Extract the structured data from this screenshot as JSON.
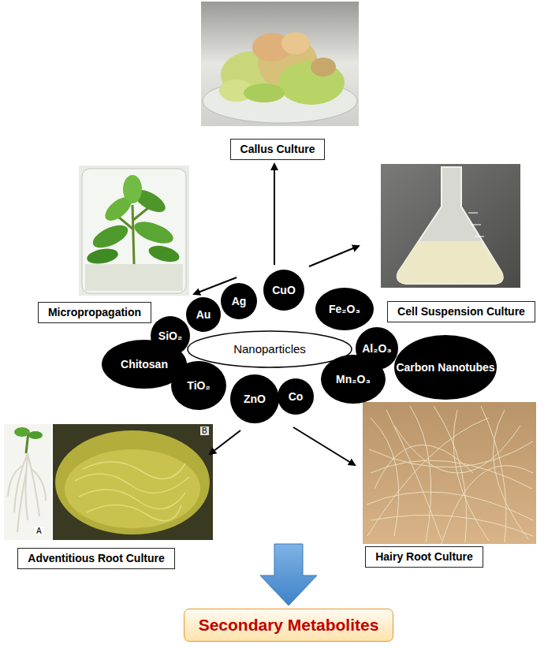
{
  "diagram": {
    "nodes": [
      {
        "text": [
          "Callus Culture"
        ]
      },
      {
        "text": [
          "Micropropagation"
        ]
      },
      {
        "text": [
          "Cell Suspension Culture"
        ]
      },
      {
        "text": [
          "CuO"
        ]
      },
      {
        "text": [
          "Ag"
        ]
      },
      {
        "text": [
          "Au"
        ]
      },
      {
        "text": [
          "Fe₂O₃"
        ]
      },
      {
        "text": [
          "SiO₂"
        ]
      },
      {
        "text": [
          "Nanoparticles"
        ]
      },
      {
        "text": [
          "Al₂O₃"
        ]
      },
      {
        "text": [
          "Chitosan"
        ]
      },
      {
        "text": [
          "Carbon Nanotubes"
        ]
      },
      {
        "text": [
          "TiO₂"
        ]
      },
      {
        "text": [
          "Mn₂O₃"
        ]
      },
      {
        "text": [
          "ZnO"
        ]
      },
      {
        "text": [
          "Co"
        ]
      },
      {
        "text": [
          "Adventitious Root Culture"
        ]
      },
      {
        "text": [
          "Hairy Root Culture"
        ]
      },
      {
        "text": [
          "Secondary Metabolites"
        ]
      }
    ],
    "labels": [
      "A",
      "B"
    ]
  }
}
